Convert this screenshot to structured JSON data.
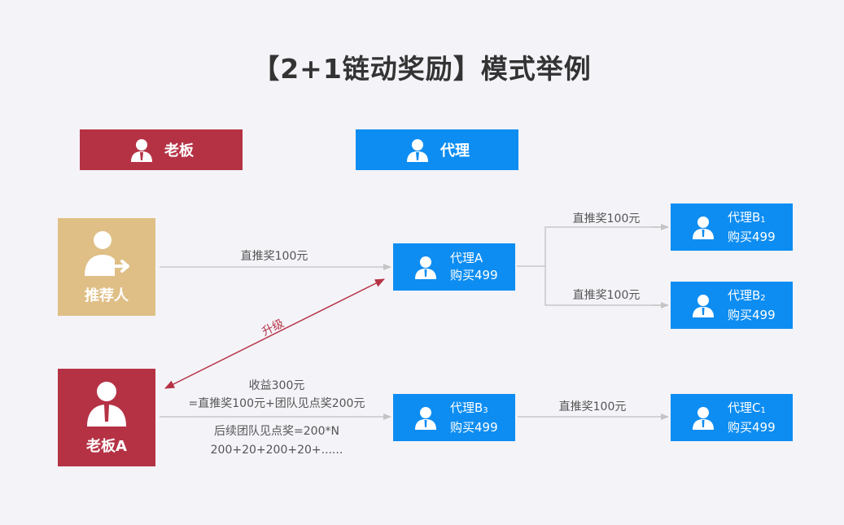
{
  "title": "【2+1链动奖励】模式举例",
  "legend": {
    "boss": "老板",
    "agent": "代理"
  },
  "referrer": {
    "label": "推荐人"
  },
  "bossA": {
    "label": "老板A"
  },
  "nodes": {
    "agentA": {
      "name": "代理A",
      "buy": "购买499"
    },
    "b1": {
      "name": "代理B",
      "sub": "1",
      "buy": "购买499"
    },
    "b2": {
      "name": "代理B",
      "sub": "2",
      "buy": "购买499"
    },
    "b3": {
      "name": "代理B",
      "sub": "3",
      "buy": "购买499"
    },
    "c1": {
      "name": "代理C",
      "sub": "1",
      "buy": "购买499"
    }
  },
  "edges": {
    "ref_to_a": "直推奖100元",
    "a_to_b1": "直推奖100元",
    "a_to_b2": "直推奖100元",
    "b3_to_c1": "直推奖100元",
    "upgrade": "升级",
    "income_1": "收益300元",
    "income_2": "=直推奖100元+团队见点奖200元",
    "followup_1": "后续团队见点奖=200*N",
    "followup_2": "200+20+200+20+......"
  },
  "colors": {
    "boss": "#b53245",
    "agent": "#0d8df2",
    "referrer": "#dfbf86",
    "arrow": "#c8c8c8",
    "upgrade": "#b53245"
  }
}
